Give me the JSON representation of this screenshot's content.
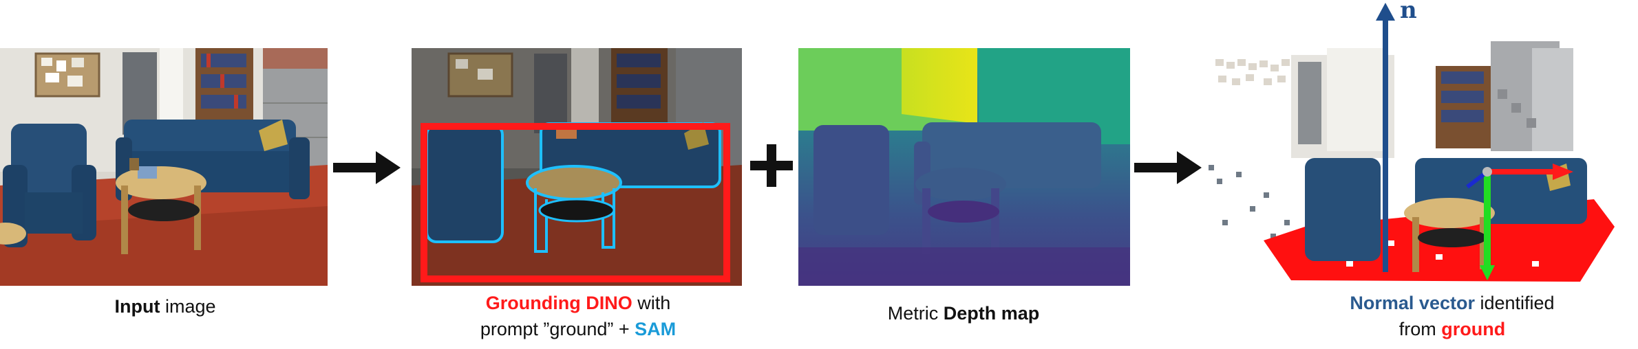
{
  "captions": {
    "input": {
      "bold": "Input",
      "rest": " image"
    },
    "grounding": {
      "red": "Grounding DINO",
      "mid1": " with",
      "line2": "prompt ”ground” + ",
      "blue": "SAM"
    },
    "depth": {
      "pre": "Metric ",
      "bold": "Depth map"
    },
    "normal": {
      "navy": "Normal vector",
      "mid1": " identified",
      "line2": "from ",
      "red": "ground"
    }
  },
  "axis_label": "n",
  "operators": [
    "arrow-right",
    "plus",
    "arrow-right"
  ],
  "colors": {
    "grounding_box": "#ff1a1a",
    "sam_outline": "#1ec0ff",
    "normal_axis": "#1f4e8c",
    "ground_points": "#ff1010",
    "green_axis": "#22dd22",
    "red_axis": "#ff1a1a"
  }
}
